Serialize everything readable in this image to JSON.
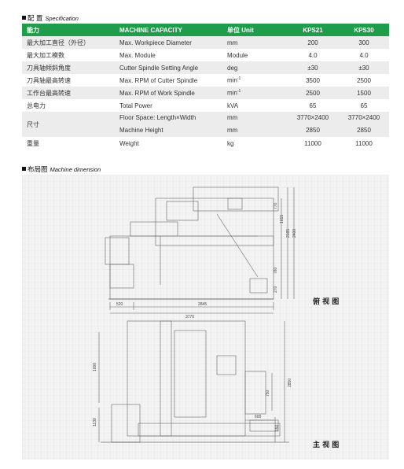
{
  "spec": {
    "title_cn": "配 置",
    "title_en": "Specification",
    "headers": {
      "cn": "能力",
      "en": "MACHINE CAPACITY",
      "unit": "单位 Unit",
      "m1": "KPS21",
      "m2": "KPS30"
    },
    "rows": [
      {
        "cn": "最大加工直径（外径）",
        "en": "Max. Workpiece Diameter",
        "unit": "mm",
        "v1": "200",
        "v2": "300"
      },
      {
        "cn": "最大加工模数",
        "en": "Max. Module",
        "unit": "Module",
        "v1": "4.0",
        "v2": "4.0"
      },
      {
        "cn": "刀具轴倾斜角度",
        "en": "Cutter Spindle Setting Angle",
        "unit": "deg",
        "v1": "±30",
        "v2": "±30"
      },
      {
        "cn": "刀具轴最高转速",
        "en": "Max. RPM of Cutter Spindle",
        "unit": "min",
        "unit_sup": "-1",
        "v1": "3500",
        "v2": "2500"
      },
      {
        "cn": "工作台最高转速",
        "en": "Max. RPM of Work Spindle",
        "unit": "min",
        "unit_sup": "-1",
        "v1": "2500",
        "v2": "1500"
      },
      {
        "cn": "总电力",
        "en": "Total Power",
        "unit": "kVA",
        "v1": "65",
        "v2": "65"
      }
    ],
    "size_row": {
      "cn": "尺寸",
      "en_a": "Floor Space: Length×Width",
      "unit_a": "mm",
      "v1_a": "3770×2400",
      "v2_a": "3770×2400",
      "en_b": "Machine Height",
      "unit_b": "mm",
      "v1_b": "2850",
      "v2_b": "2850"
    },
    "weight_row": {
      "cn": "重量",
      "en": "Weight",
      "unit": "kg",
      "v1": "11000",
      "v2": "11000"
    }
  },
  "layout": {
    "title_cn": "布局图",
    "title_en": "Machine dimension",
    "top_view_label": "俯 视 图",
    "front_view_label": "主 视 图",
    "top_dims": [
      "520",
      "2845",
      "3770",
      "770",
      "1615",
      "2185",
      "2400",
      "780",
      "270"
    ],
    "front_dims": [
      "1000",
      "1130",
      "750",
      "2850",
      "150",
      "600"
    ]
  }
}
